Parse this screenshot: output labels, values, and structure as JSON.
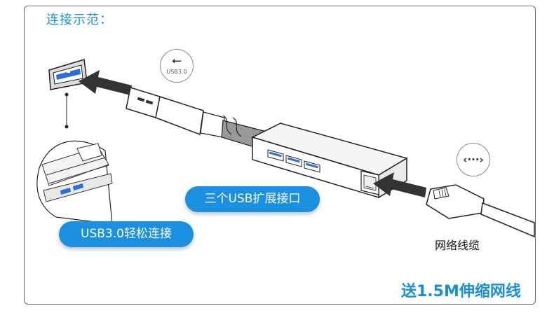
{
  "title": "连接示范：",
  "badges": {
    "usb_icon": "usb-icon",
    "usb_text": "USB3.0",
    "ethernet_icon": "network-arrows-icon",
    "ethernet_glyph": "‹···›"
  },
  "callouts": {
    "hub_ports": "三个USB扩展接口",
    "usb_connect": "USB3.0轻松连接"
  },
  "cable_label": "网络线缆",
  "promo": "送1.5M伸缩网线",
  "colors": {
    "accent_blue": "#1b8fe0",
    "title_blue": "#1a8fd6",
    "port_blue": "#2a6fd8",
    "frame_border": "#6b6b6b"
  }
}
